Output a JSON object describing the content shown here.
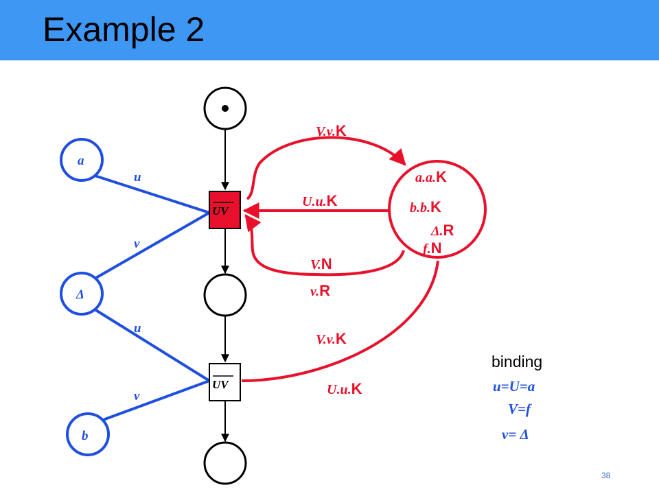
{
  "header": {
    "title": "Example 2"
  },
  "page_number": "38",
  "places": {
    "a": "a",
    "delta": "Δ",
    "b": "b"
  },
  "transitions": {
    "top": {
      "label": "UV"
    },
    "bottom": {
      "label": "UV"
    }
  },
  "arc_labels": {
    "a_u": "u",
    "delta_v": "v",
    "delta_u": "u",
    "b_v": "v"
  },
  "red_labels": {
    "top_arc": {
      "var": "V.v.",
      "tok": "K"
    },
    "middle_arc": {
      "var": "U.u.",
      "tok": "K"
    },
    "lower_arc_1": {
      "var": "V.",
      "tok": "N"
    },
    "lower_arc_2": {
      "var": "v.",
      "tok": "R"
    },
    "bottom_arc_1": {
      "var": "V.v.",
      "tok": "K"
    },
    "bottom_arc_2": {
      "var": "U.u.",
      "tok": "K"
    }
  },
  "red_place_tokens": {
    "t1": {
      "var": "a.a.",
      "tok": "K"
    },
    "t2": {
      "var": "b.b.",
      "tok": "K"
    },
    "t3": {
      "var": "Δ.",
      "tok": "R"
    },
    "t4": {
      "var": "f.",
      "tok": "N"
    }
  },
  "binding": {
    "title": "binding",
    "line1": "u=U=a",
    "line2": "V=f",
    "line3": "v= Δ"
  },
  "colors": {
    "header": "#3f97f4",
    "blue": "#1f4fe0",
    "red": "#e8102a",
    "black": "#000000"
  }
}
